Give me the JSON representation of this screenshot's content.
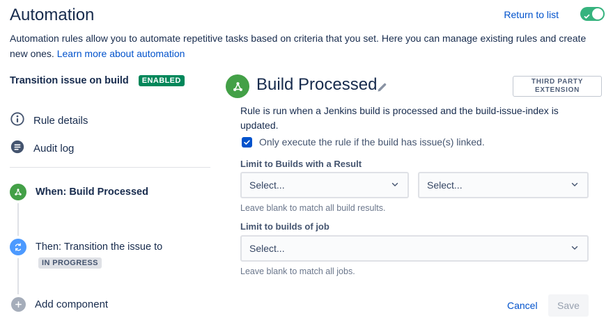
{
  "header": {
    "title": "Automation",
    "return_link": "Return to list"
  },
  "intro": {
    "text": "Automation rules allow you to automate repetitive tasks based on criteria that you set. Here you can manage existing rules and create new ones.",
    "link": "Learn more about automation"
  },
  "sidebar": {
    "rule_name": "Transition issue on build",
    "enabled_badge": "ENABLED",
    "nav": [
      {
        "label": "Rule details"
      },
      {
        "label": "Audit log"
      }
    ],
    "when_label": "When: Build Processed",
    "then_label": "Then: Transition the issue to",
    "then_status": "IN PROGRESS",
    "add_component": "Add component"
  },
  "main": {
    "title": "Build Processed",
    "extension_line1": "THIRD PARTY",
    "extension_line2": "EXTENSION",
    "description": "Rule is run when a Jenkins build is processed and the build-issue-index is updated.",
    "checkbox_label": "Only execute the rule if the build has issue(s) linked.",
    "result_field": {
      "label": "Limit to Builds with a Result",
      "select1": "Select...",
      "select2": "Select...",
      "help": "Leave blank to match all build results."
    },
    "job_field": {
      "label": "Limit to builds of job",
      "select": "Select...",
      "help": "Leave blank to match all jobs."
    },
    "cancel": "Cancel",
    "save": "Save"
  },
  "colors": {
    "link_blue": "#0052CC",
    "enabled_green": "#00875A",
    "toggle_green": "#36B37E",
    "trigger_green": "#43A047",
    "action_blue": "#4C9AFF"
  }
}
